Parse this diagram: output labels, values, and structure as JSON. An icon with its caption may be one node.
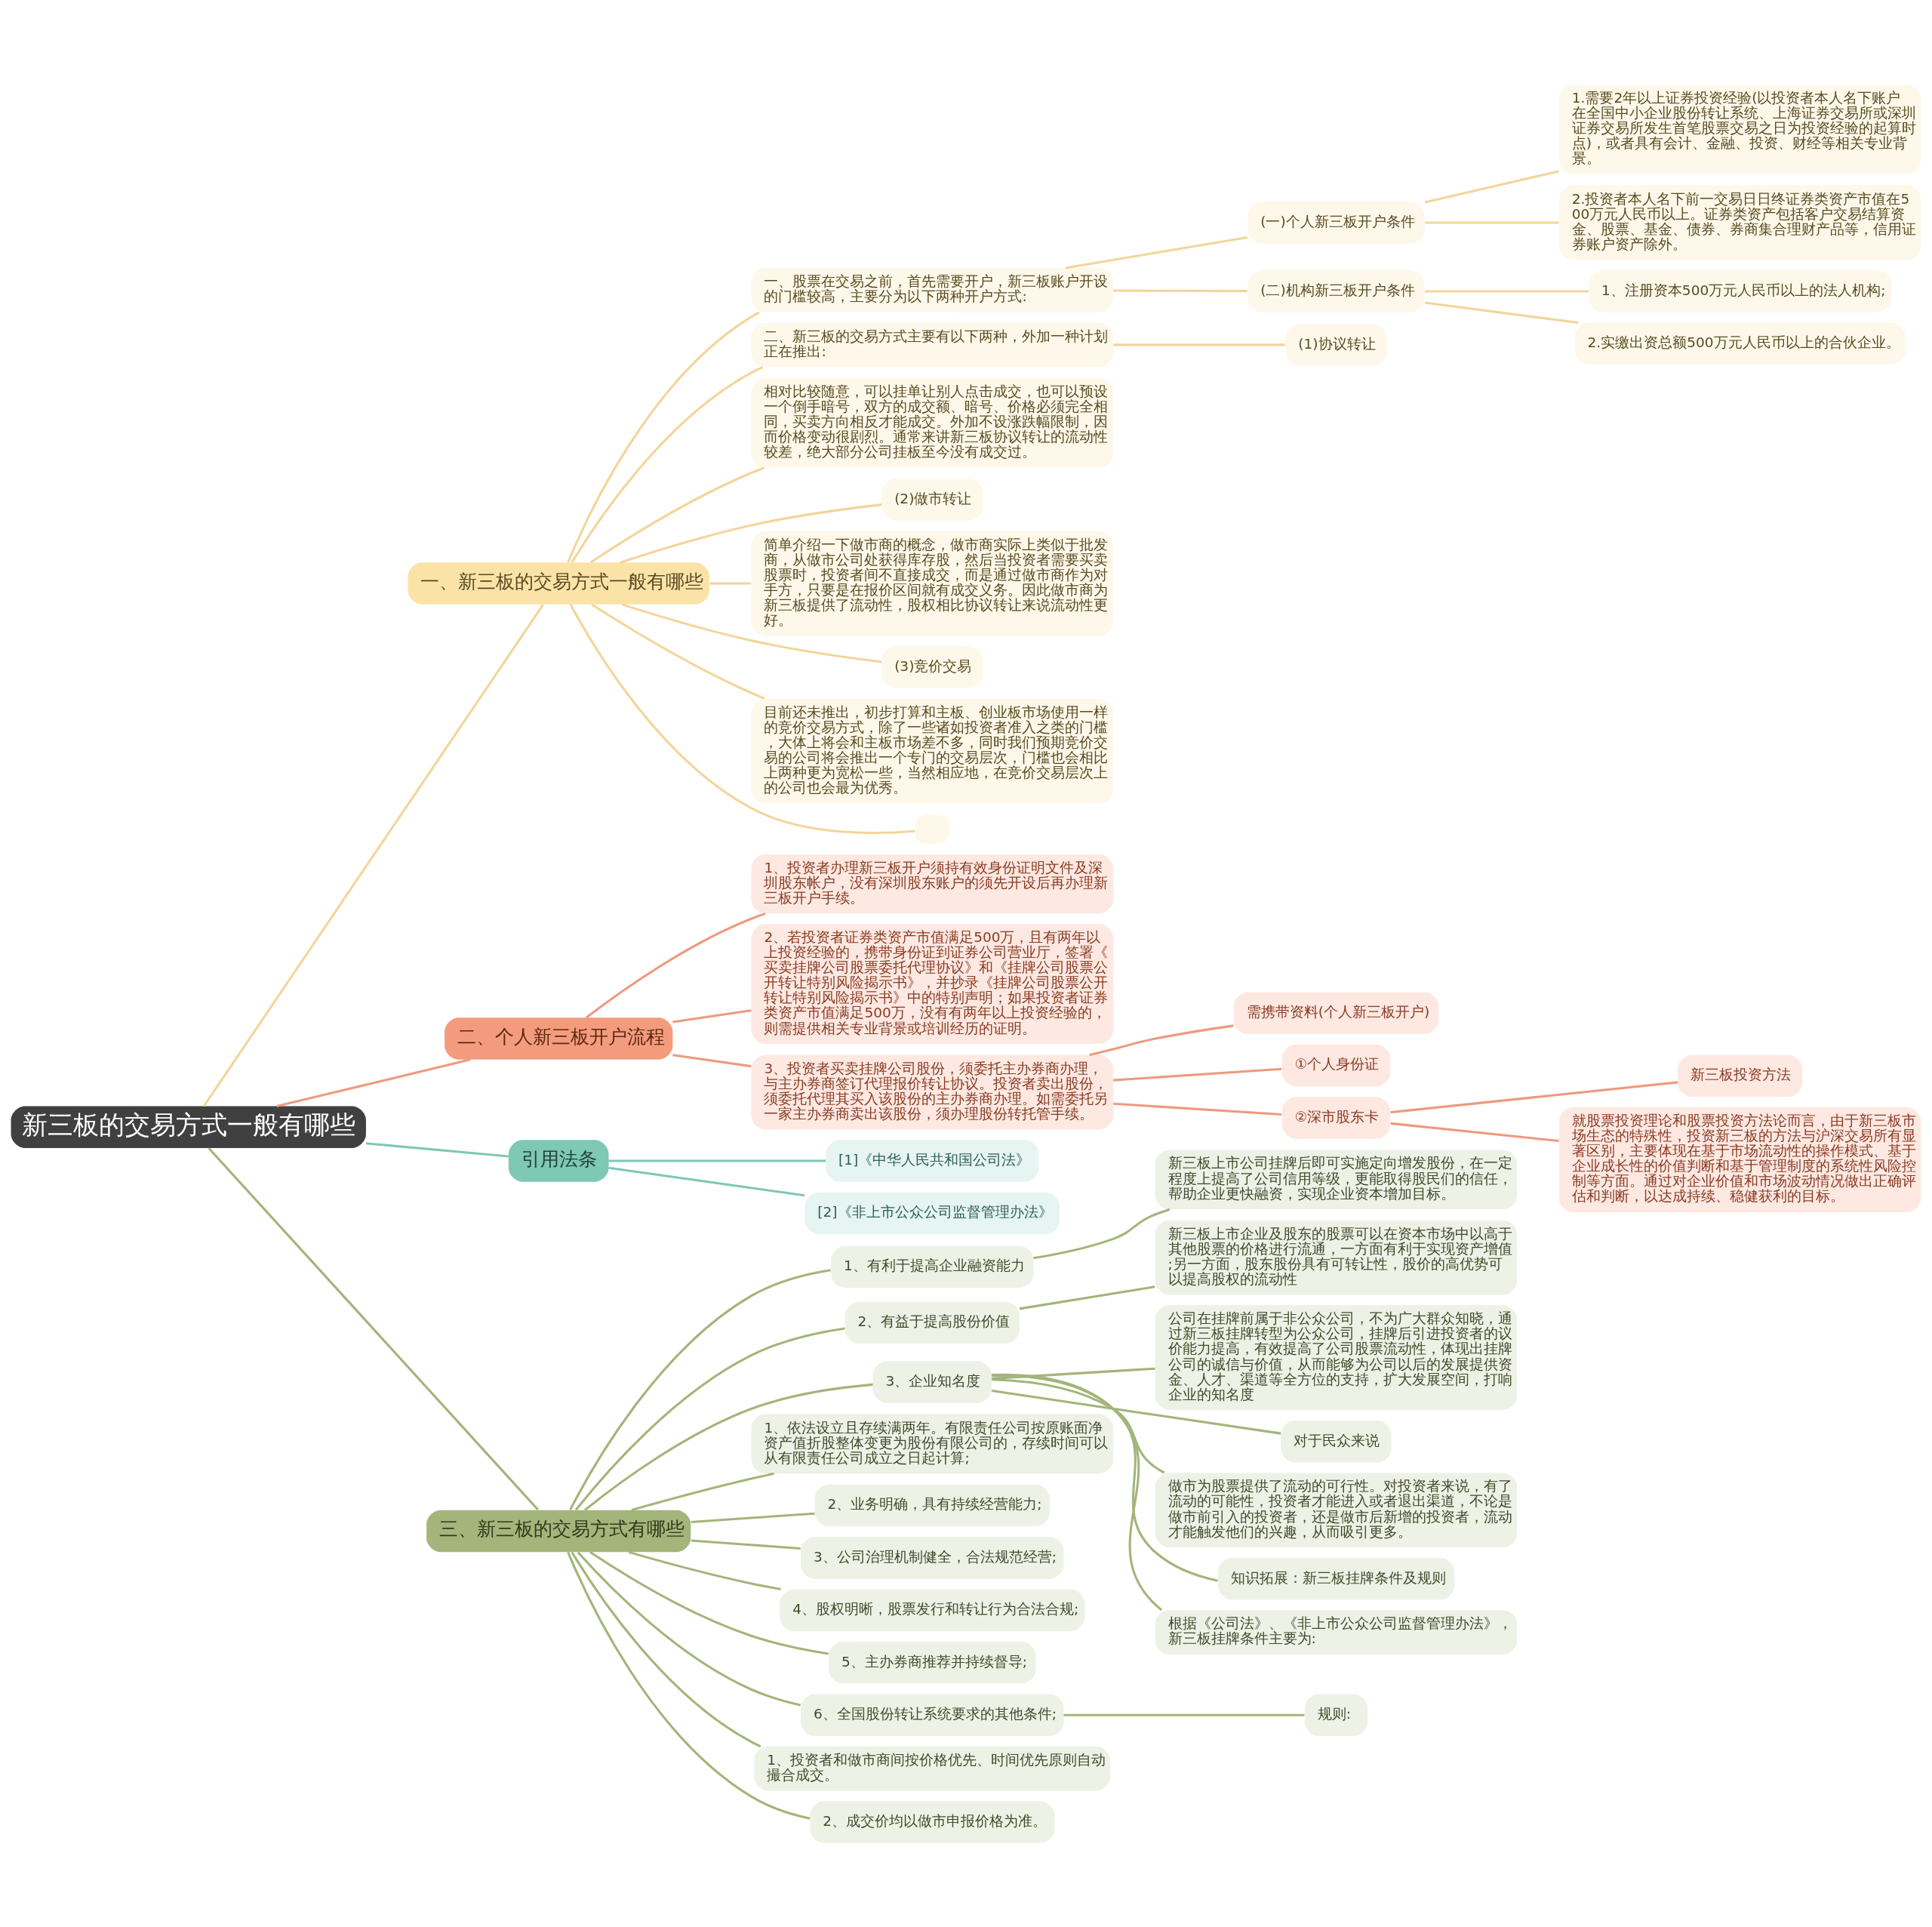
{
  "diagram": {
    "nodes": [
      {
        "text": [
          "新三板的交易方式一般有哪些"
        ]
      },
      {
        "text": [
          "一、新三板的交易方式一般有哪些"
        ]
      },
      {
        "text": [
          "一、股票在交易之前，首先需要开户，新三板账户开设的门槛较高，主要分为以下两种开户方式:"
        ]
      },
      {
        "text": [
          "(一)个人新三板开户条件"
        ]
      },
      {
        "text": [
          "1.需要2年以上证券投资经验(以投资者本人名下账户在全国中小企业股份转让系统、上海证券交易所或深圳证券交易所发生首笔股票交易之日为投资经验的起算时点)，或者具有会计、金融、投资、财经等相关专业背景。"
        ]
      },
      {
        "text": [
          "2.投资者本人名下前一交易日日终证券类资产市值在500万元人民币以上。证券类资产包括客户交易结算资金、股票、基金、债券、券商集合理财产品等，信用证券账户资产除外。"
        ]
      },
      {
        "text": [
          "(二)机构新三板开户条件"
        ]
      },
      {
        "text": [
          "1、注册资本500万元人民币以上的法人机构;"
        ]
      },
      {
        "text": [
          "2.实缴出资总额500万元人民币以上的合伙企业。"
        ]
      },
      {
        "text": [
          "二、新三板的交易方式主要有以下两种，外加一种计划正在推出:"
        ]
      },
      {
        "text": [
          "(1)协议转让"
        ]
      },
      {
        "text": [
          "相对比较随意，可以挂单让别人点击成交，也可以预设一个倒手暗号，双方的成交额、暗号、价格必须完全相同，买卖方向相反才能成交。外加不设涨跌幅限制，因而价格变动很剧烈。通常来讲新三板协议转让的流动性较差，绝大部分公司挂板至今没有成交过。"
        ]
      },
      {
        "text": [
          "(2)做市转让"
        ]
      },
      {
        "text": [
          "简单介绍一下做市商的概念，做市商实际上类似于批发商，从做市公司处获得库存股，然后当投资者需要买卖股票时，投资者间不直接成交，而是通过做市商作为对手方，只要是在报价区间就有成交义务。因此做市商为新三板提供了流动性，股权相比协议转让来说流动性更好。"
        ]
      },
      {
        "text": [
          "(3)竞价交易"
        ]
      },
      {
        "text": [
          "目前还未推出，初步打算和主板、创业板市场使用一样的竞价交易方式，除了一些诸如投资者准入之类的门槛，大体上将会和主板市场差不多，同时我们预期竞价交易的公司将会推出一个专门的交易层次，门槛也会相比上两种更为宽松一些，当然相应地，在竞价交易层次上的公司也会最为优秀。"
        ]
      },
      {
        "text": [],
        "shape": "box"
      },
      {
        "text": [
          "二、个人新三板开户流程"
        ]
      },
      {
        "text": [
          "1、投资者办理新三板开户须持有效身份证明文件及深圳股东帐户，没有深圳股东账户的须先开设后再办理新三板开户手续。"
        ]
      },
      {
        "text": [
          "2、若投资者证券类资产市值满足500万，且有两年以上投资经验的，携带身份证到证券公司营业厅，签署《买卖挂牌公司股票委托代理协议》和《挂牌公司股票公开转让特别风险揭示书》，并抄录《挂牌公司股票公开转让特别风险揭示书》中的特别声明；如果投资者证券类资产市值满足500万，没有有两年以上投资经验的，则需提供相关专业背景或培训经历的证明。"
        ]
      },
      {
        "text": [
          "3、投资者买卖挂牌公司股份，须委托主办券商办理，与主办券商签订代理报价转让协议。投资者卖出股份，须委托代理其买入该股份的主办券商办理。如需委托另一家主办券商卖出该股份，须办理股份转托管手续。"
        ]
      },
      {
        "text": [
          "需携带资料(个人新三板开户)"
        ]
      },
      {
        "text": [
          "①个人身份证"
        ]
      },
      {
        "text": [
          "②深市股东卡"
        ]
      },
      {
        "text": [
          "新三板投资方法"
        ]
      },
      {
        "text": [
          "就股票投资理论和股票投资方法论而言，由于新三板市场生态的特殊性，投资新三板的方法与沪深交易所有显著区别，主要体现在基于市场流动性的操作模式、基于企业成长性的价值判断和基于管理制度的系统性风险控制等方面。通过对企业价值和市场波动情况做出正确评估和判断，以达成持续、稳健获利的目标。"
        ]
      },
      {
        "text": [
          "引用法条"
        ]
      },
      {
        "text": [
          "[1]《中华人民共和国公司法》"
        ]
      },
      {
        "text": [
          "[2]《非上市公众公司监督管理办法》"
        ]
      },
      {
        "text": [
          "三、新三板的交易方式有哪些"
        ]
      },
      {
        "text": [
          "1、有利于提高企业融资能力"
        ]
      },
      {
        "text": [
          "新三板上市公司挂牌后即可实施定向增发股份，在一定程度上提高了公司信用等级，更能取得股民们的信任，帮助企业更快融资，实现企业资本增加目标。"
        ]
      },
      {
        "text": [
          "2、有益于提高股份价值"
        ]
      },
      {
        "text": [
          "新三板上市企业及股东的股票可以在资本市场中以高于其他股票的价格进行流通，一方面有利于实现资产增值;另一方面，股东股份具有可转让性，股价的高优势可以提高股权的流动性"
        ]
      },
      {
        "text": [
          "3、企业知名度"
        ]
      },
      {
        "text": [
          "公司在挂牌前属于非公众公司，不为广大群众知晓，通过新三板挂牌转型为公众公司，挂牌后引进投资者的议价能力提高，有效提高了公司股票流动性，体现出挂牌公司的诚信与价值，从而能够为公司以后的发展提供资金、人才、渠道等全方位的支持，扩大发展空间，打响企业的知名度"
        ]
      },
      {
        "text": [
          "对于民众来说"
        ]
      },
      {
        "text": [
          "做市为股票提供了流动的可行性。对投资者来说，有了流动的可能性，投资者才能进入或者退出渠道，不论是做市前引入的投资者，还是做市后新增的投资者，流动才能触发他们的兴趣，从而吸引更多。"
        ]
      },
      {
        "text": [
          "知识拓展：新三板挂牌条件及规则"
        ]
      },
      {
        "text": [
          "根据《公司法》、《非上市公众公司监督管理办法》，新三板挂牌条件主要为:"
        ]
      },
      {
        "text": [
          "1、依法设立且存续满两年。有限责任公司按原账面净资产值折股整体变更为股份有限公司的，存续时间可以从有限责任公司成立之日起计算;"
        ]
      },
      {
        "text": [
          "2、业务明确，具有持续经营能力;"
        ]
      },
      {
        "text": [
          "3、公司治理机制健全，合法规范经营;"
        ]
      },
      {
        "text": [
          "4、股权明晰，股票发行和转让行为合法合规;"
        ]
      },
      {
        "text": [
          "5、主办券商推荐并持续督导;"
        ]
      },
      {
        "text": [
          "6、全国股份转让系统要求的其他条件;"
        ]
      },
      {
        "text": [
          "规则:"
        ]
      },
      {
        "text": [
          "1、投资者和做市商间按价格优先、时间优先原则自动撮合成交。"
        ]
      },
      {
        "text": [
          "2、成交价均以做市申报价格为准。"
        ]
      }
    ],
    "edges": [
      {
        "from": 0,
        "to": 1,
        "arrow": "none",
        "color": "#f3d59a"
      },
      {
        "from": 1,
        "to": 2,
        "arrow": "none",
        "color": "#f3d59a"
      },
      {
        "from": 2,
        "to": 3,
        "arrow": "none",
        "color": "#f3d59a"
      },
      {
        "from": 3,
        "to": 4,
        "arrow": "none",
        "color": "#f3d59a"
      },
      {
        "from": 3,
        "to": 5,
        "arrow": "none",
        "color": "#f3d59a"
      },
      {
        "from": 2,
        "to": 6,
        "arrow": "none",
        "color": "#f3d59a"
      },
      {
        "from": 6,
        "to": 7,
        "arrow": "none",
        "color": "#f3d59a"
      },
      {
        "from": 6,
        "to": 8,
        "arrow": "none",
        "color": "#f3d59a"
      },
      {
        "from": 1,
        "to": 9,
        "arrow": "none",
        "color": "#f3d59a"
      },
      {
        "from": 9,
        "to": 10,
        "arrow": "none",
        "color": "#f3d59a"
      },
      {
        "from": 1,
        "to": 11,
        "arrow": "none",
        "color": "#f3d59a"
      },
      {
        "from": 1,
        "to": 12,
        "arrow": "none",
        "color": "#f3d59a"
      },
      {
        "from": 1,
        "to": 13,
        "arrow": "none",
        "color": "#f3d59a"
      },
      {
        "from": 1,
        "to": 14,
        "arrow": "none",
        "color": "#f3d59a"
      },
      {
        "from": 1,
        "to": 15,
        "arrow": "none",
        "color": "#f3d59a"
      },
      {
        "from": 1,
        "to": 16,
        "arrow": "none",
        "color": "#f3d59a"
      },
      {
        "from": 0,
        "to": 17,
        "arrow": "none",
        "color": "#ee9a7e"
      },
      {
        "from": 17,
        "to": 18,
        "arrow": "none",
        "color": "#ee9a7e"
      },
      {
        "from": 17,
        "to": 19,
        "arrow": "none",
        "color": "#ee9a7e"
      },
      {
        "from": 17,
        "to": 20,
        "arrow": "none",
        "color": "#ee9a7e"
      },
      {
        "from": 20,
        "to": 21,
        "arrow": "none",
        "color": "#ee9a7e"
      },
      {
        "from": 20,
        "to": 22,
        "arrow": "none",
        "color": "#ee9a7e"
      },
      {
        "from": 20,
        "to": 23,
        "arrow": "none",
        "color": "#ee9a7e"
      },
      {
        "from": 23,
        "to": 24,
        "arrow": "none",
        "color": "#ee9a7e"
      },
      {
        "from": 23,
        "to": 25,
        "arrow": "none",
        "color": "#ee9a7e"
      },
      {
        "from": 0,
        "to": 26,
        "arrow": "none",
        "color": "#7ec8b4"
      },
      {
        "from": 26,
        "to": 27,
        "arrow": "none",
        "color": "#7ec8b4"
      },
      {
        "from": 26,
        "to": 28,
        "arrow": "none",
        "color": "#7ec8b4"
      },
      {
        "from": 0,
        "to": 29,
        "arrow": "none"
      },
      {
        "from": 29,
        "to": 30,
        "arrow": "none"
      },
      {
        "from": 30,
        "to": 31,
        "arrow": "none"
      },
      {
        "from": 29,
        "to": 32,
        "arrow": "none"
      },
      {
        "from": 32,
        "to": 33,
        "arrow": "none"
      },
      {
        "from": 29,
        "to": 34,
        "arrow": "none"
      },
      {
        "from": 34,
        "to": 35,
        "arrow": "none"
      },
      {
        "from": 34,
        "to": 36,
        "arrow": "none"
      },
      {
        "from": 34,
        "to": 37,
        "arrow": "none"
      },
      {
        "from": 34,
        "to": 38,
        "arrow": "none"
      },
      {
        "from": 34,
        "to": 39,
        "arrow": "none"
      },
      {
        "from": 29,
        "to": 40,
        "arrow": "none"
      },
      {
        "from": 29,
        "to": 41,
        "arrow": "none"
      },
      {
        "from": 29,
        "to": 42,
        "arrow": "none"
      },
      {
        "from": 29,
        "to": 43,
        "arrow": "none"
      },
      {
        "from": 29,
        "to": 44,
        "arrow": "none"
      },
      {
        "from": 29,
        "to": 45,
        "arrow": "none"
      },
      {
        "from": 45,
        "to": 46,
        "arrow": "none"
      },
      {
        "from": 29,
        "to": 47,
        "arrow": "none"
      },
      {
        "from": 29,
        "to": 48,
        "arrow": "none"
      }
    ]
  }
}
